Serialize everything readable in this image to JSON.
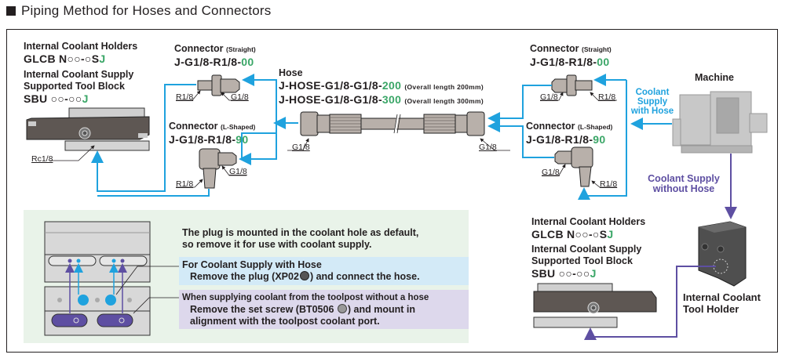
{
  "title": "Piping Method for Hoses and Connectors",
  "colors": {
    "accent_green": "#3aa667",
    "hose_blue": "#1fa2de",
    "no_hose_purple": "#5e4fa2",
    "note_bg": "#e9f3e9",
    "hose_note_bg": "#d3eaf7",
    "screw_note_bg": "#ddd8ec"
  },
  "left_block": {
    "holders_label": "Internal Coolant Holders",
    "holders_model": "GLCB N○○-○S",
    "holders_suffix": "J",
    "toolblock_label_1": "Internal Coolant Supply",
    "toolblock_label_2": "Supported Tool Block",
    "toolblock_model": "SBU ○○-○○",
    "toolblock_suffix": "J",
    "port_thread": "Rc1/8"
  },
  "left_connector_straight": {
    "label": "Connector",
    "type": "(Straight)",
    "model": "J-G1/8-R1/8-",
    "suffix": "00",
    "thread_left": "R1/8",
    "thread_right": "G1/8"
  },
  "left_connector_l": {
    "label": "Connector",
    "type": "(L-Shaped)",
    "model": "J-G1/8-R1/8-",
    "suffix": "90",
    "thread_side": "G1/8",
    "thread_bottom": "R1/8"
  },
  "hose": {
    "label": "Hose",
    "models": [
      {
        "model": "J-HOSE-G1/8-G1/8-",
        "suffix": "200",
        "note": "(Overall length 200mm)"
      },
      {
        "model": "J-HOSE-G1/8-G1/8-",
        "suffix": "300",
        "note": "(Overall length 300mm)"
      }
    ],
    "thread_left": "G1/8",
    "thread_right": "G1/8"
  },
  "right_connector_straight": {
    "label": "Connector",
    "type": "(Straight)",
    "model": "J-G1/8-R1/8-",
    "suffix": "00",
    "thread_left": "G1/8",
    "thread_right": "R1/8"
  },
  "right_connector_l": {
    "label": "Connector",
    "type": "(L-Shaped)",
    "model": "J-G1/8-R1/8-",
    "suffix": "90",
    "thread_side": "G1/8",
    "thread_bottom": "R1/8"
  },
  "machine": {
    "label": "Machine",
    "with_hose": [
      "Coolant",
      "Supply",
      "with Hose"
    ],
    "without_hose": [
      "Coolant Supply",
      "without Hose"
    ]
  },
  "right_block": {
    "holders_label": "Internal Coolant Holders",
    "holders_model": "GLCB N○○-○S",
    "holders_suffix": "J",
    "toolblock_label_1": "Internal Coolant Supply",
    "toolblock_label_2": "Supported Tool Block",
    "toolblock_model": "SBU ○○-○○",
    "toolblock_suffix": "J",
    "tool_holder_label": [
      "Internal Coolant",
      "Tool Holder"
    ]
  },
  "notes": {
    "intro": [
      "The plug is mounted in the coolant hole as default,",
      "so remove it for use with coolant supply."
    ],
    "hose": {
      "title": "For Coolant Supply with Hose",
      "line_pre": "Remove the plug (XP02",
      "line_post": ") and connect the hose."
    },
    "no_hose": {
      "title": "When supplying coolant from the toolpost without a hose",
      "line_pre": "Remove the set screw (BT0506",
      "line_post": ") and mount in",
      "line_2": "alignment with the toolpost coolant port."
    }
  }
}
